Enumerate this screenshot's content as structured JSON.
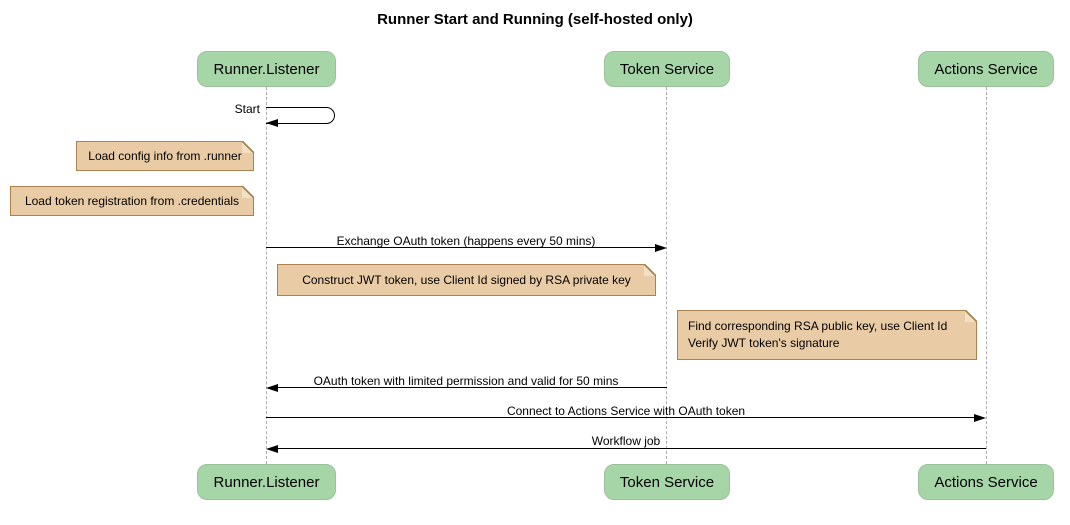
{
  "title": "Runner Start and Running (self-hosted only)",
  "diagram_type": "sequence",
  "participants": [
    {
      "name": "Runner.Listener"
    },
    {
      "name": "Token Service"
    },
    {
      "name": "Actions Service"
    }
  ],
  "messages": [
    {
      "label": "Start",
      "from": "Runner.Listener",
      "to": "Runner.Listener",
      "kind": "self"
    },
    {
      "label": "Exchange OAuth token (happens every 50 mins)",
      "from": "Runner.Listener",
      "to": "Token Service",
      "kind": "solid-arrow"
    },
    {
      "label": "OAuth token with limited permission and valid for 50 mins",
      "from": "Token Service",
      "to": "Runner.Listener",
      "kind": "solid-arrow"
    },
    {
      "label": "Connect to Actions Service with OAuth token",
      "from": "Runner.Listener",
      "to": "Actions Service",
      "kind": "solid-arrow"
    },
    {
      "label": "Workflow job",
      "from": "Actions Service",
      "to": "Runner.Listener",
      "kind": "solid-arrow"
    }
  ],
  "notes": [
    {
      "text": "Load config info from .runner"
    },
    {
      "text": "Load token registration from .credentials"
    },
    {
      "text": "Construct JWT token, use Client Id signed by RSA private key"
    },
    {
      "text": "Find corresponding RSA public key, use Client Id\nVerify JWT token's signature"
    }
  ],
  "colors": {
    "background": "#FFFFFF",
    "participant_fill": "#A6D6A8",
    "participant_border": "#9CC09C",
    "note_fill": "#E9CCA6",
    "note_border": "#A9824F",
    "lifeline": "#ADADAD",
    "message": "#000000"
  }
}
